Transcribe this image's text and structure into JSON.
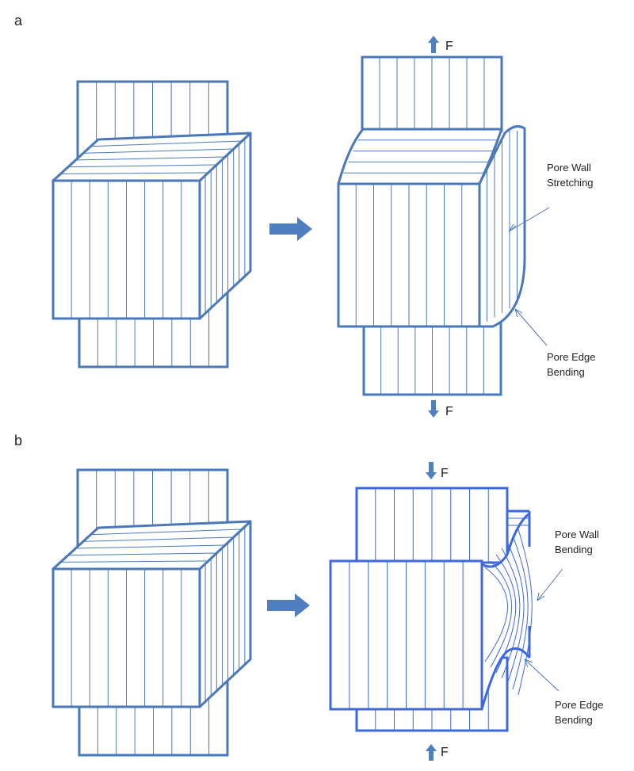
{
  "colors": {
    "stroke": "#4a78b8",
    "stroke_bright": "#3c68e0",
    "arrow": "#4f7fc1",
    "text": "#222222"
  },
  "panels": [
    {
      "label": "a",
      "force_top": "F",
      "force_bottom": "F",
      "annotations": [
        "Pore Wall",
        "Stretching",
        "Pore Edge",
        "Bending"
      ]
    },
    {
      "label": "b",
      "force_top": "F",
      "force_bottom": "F",
      "annotations": [
        "Pore Wall",
        "Bending",
        "Pore Edge",
        "Bending"
      ]
    }
  ]
}
